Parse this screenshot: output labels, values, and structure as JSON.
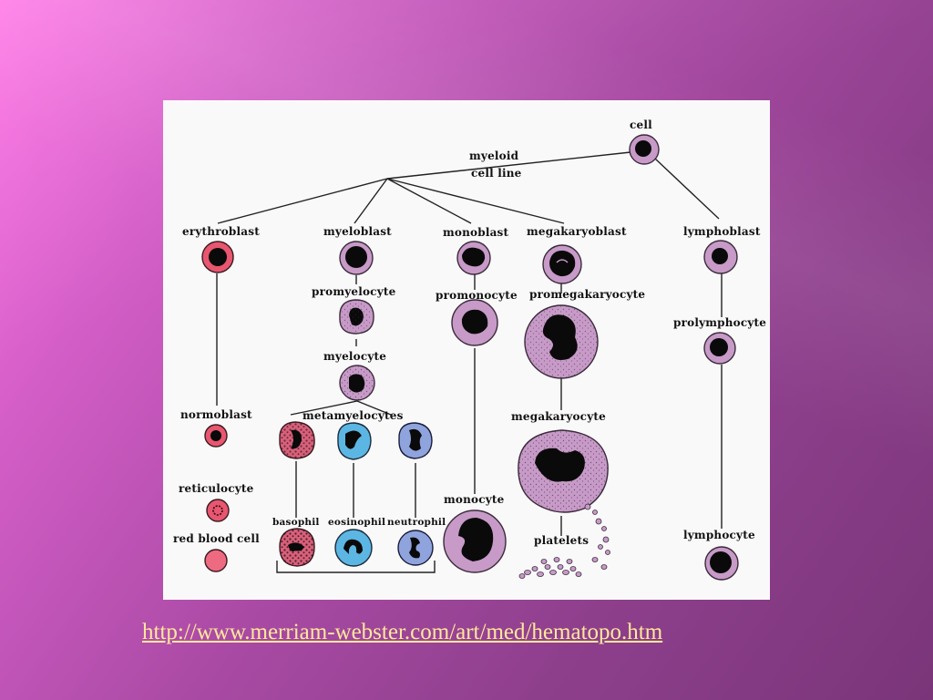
{
  "diagram": {
    "labels": {
      "cell": "cell",
      "myeloid": "myeloid",
      "cell_line": "cell line",
      "erythroblast": "erythroblast",
      "myeloblast": "myeloblast",
      "monoblast": "monoblast",
      "megakaryoblast": "megakaryoblast",
      "lymphoblast": "lymphoblast",
      "promyelocyte": "promyelocyte",
      "promonocyte": "promonocyte",
      "promegakaryocyte": "promegakaryocyte",
      "prolymphocyte": "prolymphocyte",
      "myelocyte": "myelocyte",
      "normoblast": "normoblast",
      "metamyelocytes": "metamyelocytes",
      "megakaryocyte": "megakaryocyte",
      "reticulocyte": "reticulocyte",
      "monocyte": "monocyte",
      "red_blood_cell": "red blood cell",
      "basophil": "basophil",
      "eosinophil": "eosinophil",
      "neutrophil": "neutrophil",
      "platelets": "platelets",
      "lymphocyte": "lymphocyte"
    },
    "colors": {
      "erythroid": "#e8566f",
      "myeloid": "#c79ac8",
      "eosinophil": "#5cb6e3",
      "neutrophil": "#8fa4dd",
      "basophil": "#d9607a",
      "nucleus": "#0a0a0a"
    }
  },
  "source": {
    "url_text": "http://www.merriam-webster.com/art/med/hematopo.htm"
  }
}
